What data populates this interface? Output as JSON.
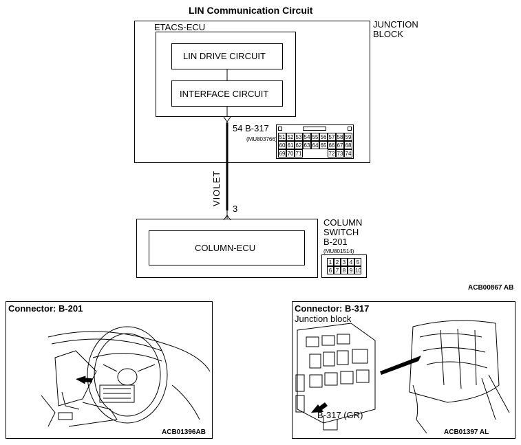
{
  "title": "LIN Communication Circuit",
  "junction_block": {
    "label_line1": "JUNCTION",
    "label_line2": "BLOCK"
  },
  "etacs": {
    "label": "ETACS-ECU",
    "lin_drive": "LIN DRIVE CIRCUIT",
    "interface": "INTERFACE CIRCUIT"
  },
  "wire": {
    "top_pin": "54",
    "top_connector": "B-317",
    "top_part": "(MU803766)",
    "color": "VIOLET",
    "bottom_pin": "3"
  },
  "connector_b317_pins": {
    "row1": [
      "51",
      "52",
      "53",
      "54",
      "55",
      "56",
      "57",
      "58",
      "59"
    ],
    "row2": [
      "60",
      "61",
      "62",
      "63",
      "64",
      "65",
      "66",
      "67",
      "68"
    ],
    "row3": [
      "69",
      "70",
      "71",
      "",
      "",
      "",
      "72",
      "73",
      "74"
    ]
  },
  "column_switch": {
    "label_line1": "COLUMN",
    "label_line2": "SWITCH",
    "connector": "B-201",
    "part": "(MU801514)",
    "ecu": "COLUMN-ECU",
    "pins_row1": [
      "1",
      "2",
      "3",
      "4",
      "5"
    ],
    "pins_row2": [
      "6",
      "7",
      "8",
      "9",
      "10"
    ]
  },
  "diagram_code": "ACB00867 AB",
  "panel_left": {
    "title": "Connector: B-201",
    "code": "ACB01396AB"
  },
  "panel_right": {
    "title": "Connector: B-317",
    "subtitle": "Junction block",
    "callout": "B-317 (GR)",
    "code": "ACB01397 AL"
  },
  "colors": {
    "line": "#000000",
    "background": "#ffffff"
  }
}
